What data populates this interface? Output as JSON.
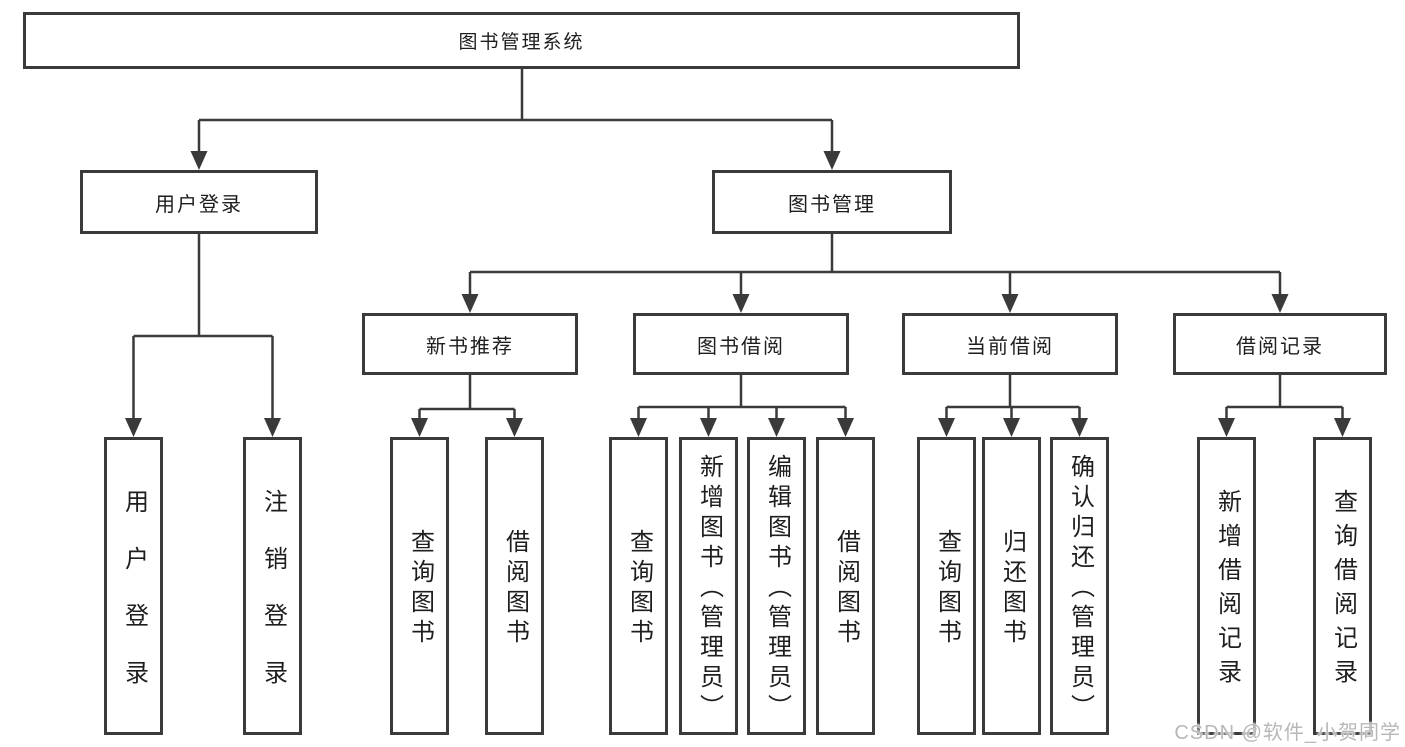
{
  "diagram": {
    "type": "tree",
    "root": {
      "label": "图书管理系统"
    },
    "level2": [
      {
        "label": "用户登录",
        "children": [
          "用户登录",
          "注销登录"
        ]
      },
      {
        "label": "图书管理"
      }
    ],
    "level3": [
      {
        "label": "新书推荐",
        "children": [
          "查询图书",
          "借阅图书"
        ]
      },
      {
        "label": "图书借阅",
        "children": [
          "查询图书",
          "新增图书（管理员）",
          "编辑图书（管理员）",
          "借阅图书"
        ]
      },
      {
        "label": "当前借阅",
        "children": [
          "查询图书",
          "归还图书",
          "确认归还（管理员）"
        ]
      },
      {
        "label": "借阅记录",
        "children": [
          "新增借阅记录",
          "查询借阅记录"
        ]
      }
    ]
  },
  "watermark": {
    "text": "CSDN @软件_小贺同学"
  },
  "colors": {
    "line": "#3a3a3a",
    "text": "#1e1e1e",
    "watermark": "#b8b8b8",
    "background": "#ffffff"
  }
}
